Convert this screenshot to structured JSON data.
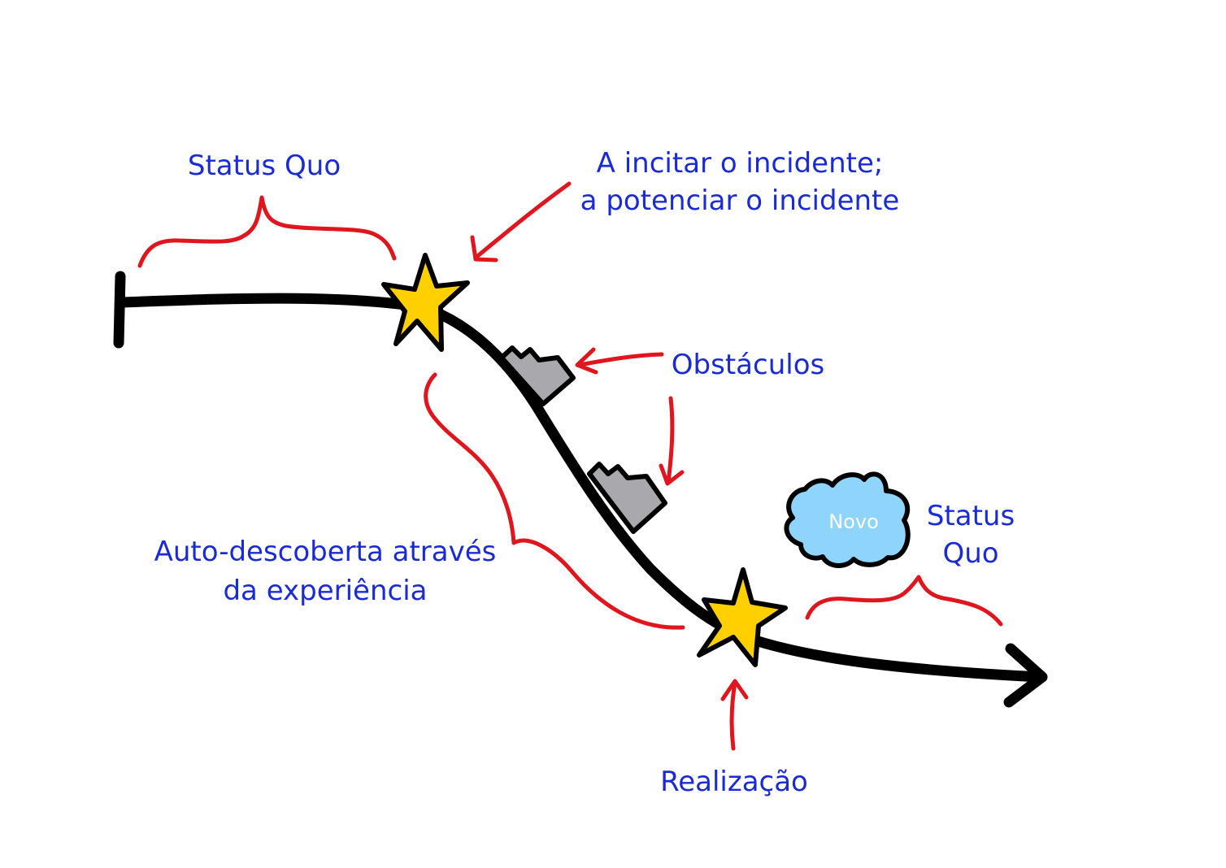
{
  "labels": {
    "status_quo_start": "Status Quo",
    "inciting_line1": "A incitar o incidente;",
    "inciting_line2": "a potenciar o incidente",
    "obstacles": "Obstáculos",
    "self_discovery_line1": "Auto-descoberta através",
    "self_discovery_line2": "da experiência",
    "new_label": "Novo",
    "status_quo_end_line1": "Status",
    "status_quo_end_line2": "Quo",
    "realization": "Realização"
  },
  "colors": {
    "text": "#1a2bd6",
    "timeline": "#000000",
    "annotation": "#e0161e",
    "star": "#ffd000",
    "obstacle": "#a9a9ad",
    "cloud": "#8fd4fa"
  },
  "icons": {
    "start_marker": "star-icon",
    "end_marker": "star-icon",
    "obstacle": "step-block-icon",
    "new_state": "cloud-icon",
    "end": "arrowhead-icon"
  }
}
